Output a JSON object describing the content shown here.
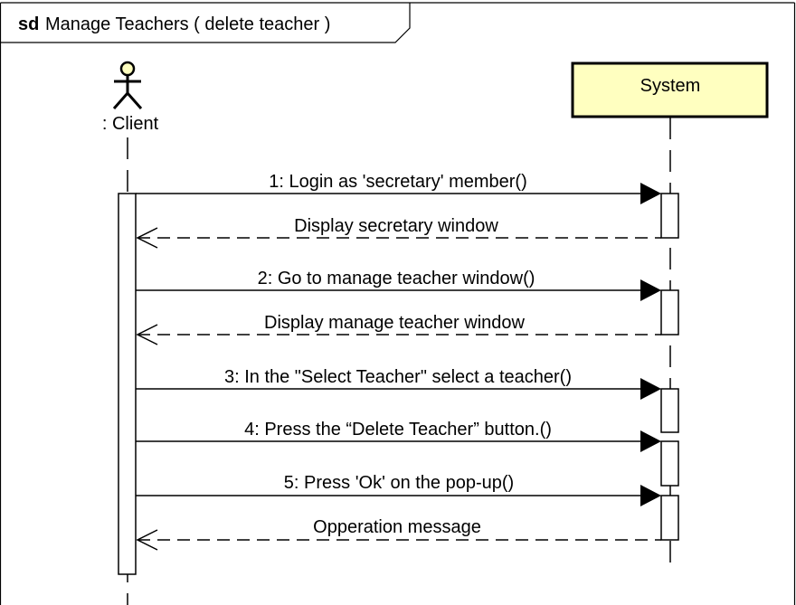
{
  "frame": {
    "keyword": "sd",
    "title": "Manage Teachers ( delete teacher )"
  },
  "actor": {
    "label": ": Client"
  },
  "system": {
    "label": "System"
  },
  "messages": [
    {
      "label": "1: Login as 'secretary' member()",
      "kind": "call"
    },
    {
      "label": "Display secretary window",
      "kind": "return"
    },
    {
      "label": "2: Go to manage teacher window()",
      "kind": "call"
    },
    {
      "label": "Display manage teacher window",
      "kind": "return"
    },
    {
      "label": "3: In the \"Select Teacher\" select a teacher()",
      "kind": "call"
    },
    {
      "label": "4: Press the “Delete Teacher” button.()",
      "kind": "call"
    },
    {
      "label": "5: Press 'Ok' on the pop-up()",
      "kind": "call"
    },
    {
      "label": "Opperation message",
      "kind": "return"
    }
  ],
  "colors": {
    "system_fill": "#ffffc0",
    "actor_head_fill": "#ffffc0",
    "line": "#000000"
  }
}
